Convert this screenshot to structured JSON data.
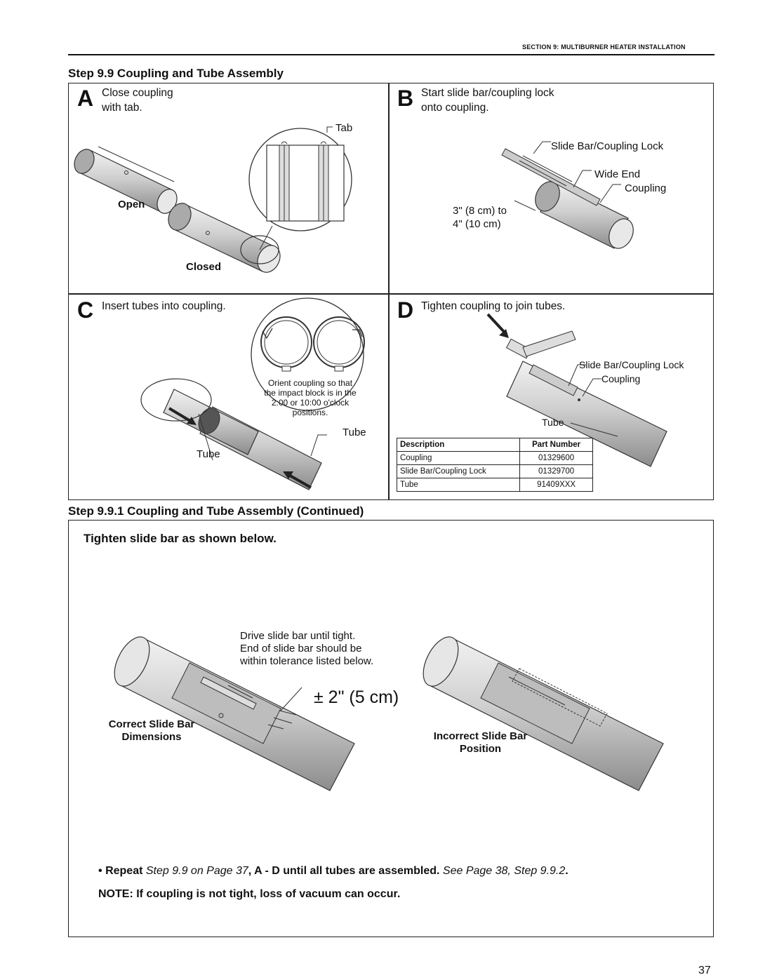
{
  "header": {
    "section": "SECTION 9: MULTIBURNER HEATER INSTALLATION"
  },
  "step_9_9": {
    "title": "Step 9.9 Coupling and Tube Assembly",
    "panel_a": {
      "letter": "A",
      "text_line1": "Close coupling",
      "text_line2": "with tab.",
      "label_tab": "Tab",
      "label_open": "Open",
      "label_closed": "Closed"
    },
    "panel_b": {
      "letter": "B",
      "text_line1": "Start slide bar/coupling lock",
      "text_line2": "onto coupling.",
      "label_slide_bar": "Slide Bar/Coupling Lock",
      "label_wide_end": "Wide End",
      "label_coupling": "Coupling",
      "label_dim1": "3\" (8 cm) to",
      "label_dim2": "4\" (10 cm)"
    },
    "panel_c": {
      "letter": "C",
      "text": "Insert tubes into coupling.",
      "note_line1": "Orient coupling so that",
      "note_line2": "the impact block is in the",
      "note_line3": "2:00 or 10:00 o'clock",
      "note_line4": "positions.",
      "label_tube_right": "Tube",
      "label_tube_left": "Tube"
    },
    "panel_d": {
      "letter": "D",
      "text": "Tighten coupling to join tubes.",
      "label_slide_bar": "Slide Bar/Coupling Lock",
      "label_coupling": "Coupling",
      "label_tube": "Tube",
      "table": {
        "headers": [
          "Description",
          "Part Number"
        ],
        "rows": [
          [
            "Coupling",
            "01329600"
          ],
          [
            "Slide Bar/Coupling Lock",
            "01329700"
          ],
          [
            "Tube",
            "91409XXX"
          ]
        ]
      }
    }
  },
  "step_9_9_1": {
    "title": "Step 9.9.1 Coupling and Tube Assembly (Continued)",
    "subtitle": "Tighten slide bar as shown below.",
    "drive_line1": "Drive slide bar until tight.",
    "drive_line2": "End of slide bar should be",
    "drive_line3": "within tolerance listed below.",
    "tolerance": "± 2\" (5 cm)",
    "correct_line1": "Correct Slide Bar",
    "correct_line2": "Dimensions",
    "incorrect_line1": "Incorrect Slide Bar",
    "incorrect_line2": "Position",
    "repeat": {
      "bullet": "•",
      "bold1": "Repeat",
      "ital1": "Step 9.9 on Page 37",
      "bold2": ", A - D until all tubes are assembled.",
      "ital2": "See Page 38, Step 9.9.2",
      "bold3": "."
    },
    "note": "NOTE: If coupling is not tight, loss of vacuum can occur."
  },
  "page_number": "37"
}
